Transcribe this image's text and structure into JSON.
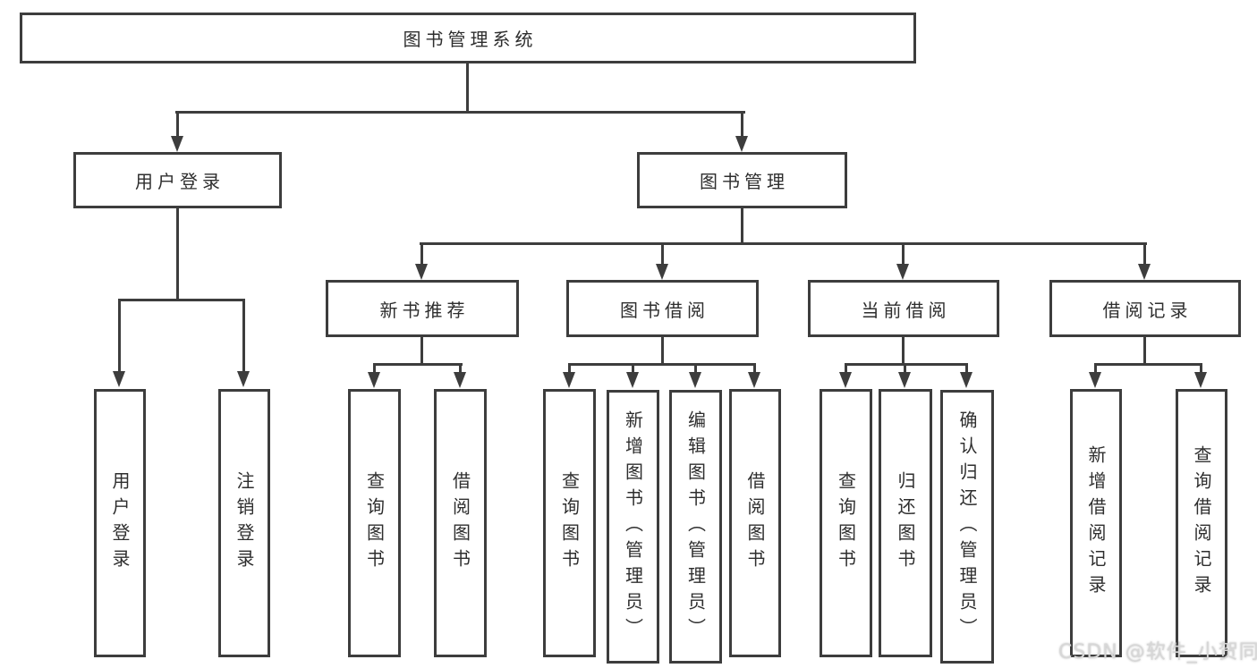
{
  "diagram": {
    "type": "hierarchy-tree",
    "colors": {
      "line": "#3d3d3d",
      "text": "#2e2e2e",
      "background": "#ffffff",
      "watermark": "#d7d7d7"
    },
    "tree": {
      "label": "图书管理系统",
      "children": [
        {
          "label": "用户登录",
          "children": [
            {
              "label": "用户登录"
            },
            {
              "label": "注销登录"
            }
          ]
        },
        {
          "label": "图书管理",
          "children": [
            {
              "label": "新书推荐",
              "children": [
                {
                  "label": "查询图书"
                },
                {
                  "label": "借阅图书"
                }
              ]
            },
            {
              "label": "图书借阅",
              "children": [
                {
                  "label": "查询图书"
                },
                {
                  "label": "新增图书（管理员）"
                },
                {
                  "label": "编辑图书（管理员）"
                },
                {
                  "label": "借阅图书"
                }
              ]
            },
            {
              "label": "当前借阅",
              "children": [
                {
                  "label": "查询图书"
                },
                {
                  "label": "归还图书"
                },
                {
                  "label": "确认归还（管理员）"
                }
              ]
            },
            {
              "label": "借阅记录",
              "children": [
                {
                  "label": "新增借阅记录"
                },
                {
                  "label": "查询借阅记录"
                }
              ]
            }
          ]
        }
      ]
    },
    "watermark": "CSDN @软件_小贺同学"
  }
}
